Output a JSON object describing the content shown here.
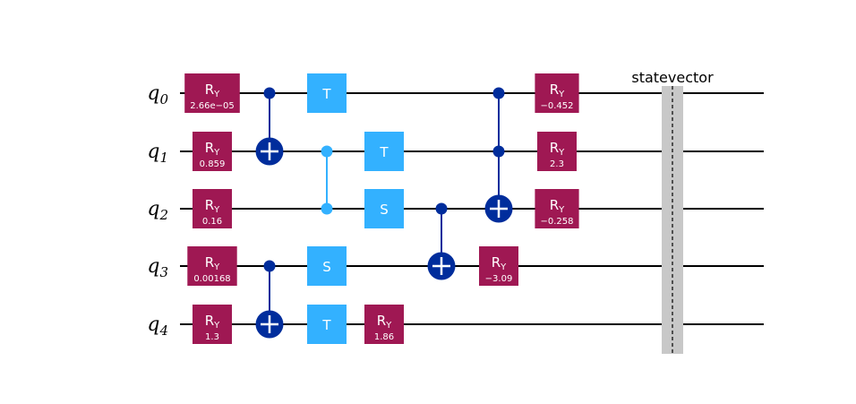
{
  "circuit": {
    "qubits": [
      {
        "name": "q",
        "index": "0"
      },
      {
        "name": "q",
        "index": "1"
      },
      {
        "name": "q",
        "index": "2"
      },
      {
        "name": "q",
        "index": "3"
      },
      {
        "name": "q",
        "index": "4"
      }
    ],
    "gates": [
      {
        "id": "ry-q0-1",
        "type": "RY",
        "label": "R",
        "sub": "Y",
        "param": "2.66e−05",
        "qubit": 0,
        "col": 0
      },
      {
        "id": "ry-q1-1",
        "type": "RY",
        "label": "R",
        "sub": "Y",
        "param": "0.859",
        "qubit": 1,
        "col": 0
      },
      {
        "id": "ry-q2-1",
        "type": "RY",
        "label": "R",
        "sub": "Y",
        "param": "0.16",
        "qubit": 2,
        "col": 0
      },
      {
        "id": "ry-q3-1",
        "type": "RY",
        "label": "R",
        "sub": "Y",
        "param": "0.00168",
        "qubit": 3,
        "col": 0
      },
      {
        "id": "ry-q4-1",
        "type": "RY",
        "label": "R",
        "sub": "Y",
        "param": "1.3",
        "qubit": 4,
        "col": 0
      },
      {
        "id": "t-q0",
        "type": "T",
        "label": "T",
        "qubit": 0,
        "col": 2
      },
      {
        "id": "s-q3",
        "type": "S",
        "label": "S",
        "qubit": 3,
        "col": 2
      },
      {
        "id": "t-q4",
        "type": "T",
        "label": "T",
        "qubit": 4,
        "col": 2
      },
      {
        "id": "t-q1",
        "type": "T",
        "label": "T",
        "qubit": 1,
        "col": 3
      },
      {
        "id": "s-q2",
        "type": "S",
        "label": "S",
        "qubit": 2,
        "col": 3
      },
      {
        "id": "ry-q4-2",
        "type": "RY",
        "label": "R",
        "sub": "Y",
        "param": "1.86",
        "qubit": 4,
        "col": 3
      },
      {
        "id": "ry-q3-2",
        "type": "RY",
        "label": "R",
        "sub": "Y",
        "param": "−3.09",
        "qubit": 3,
        "col": 5
      },
      {
        "id": "ry-q0-2",
        "type": "RY",
        "label": "R",
        "sub": "Y",
        "param": "−0.452",
        "qubit": 0,
        "col": 6
      },
      {
        "id": "ry-q1-2",
        "type": "RY",
        "label": "R",
        "sub": "Y",
        "param": "2.3",
        "qubit": 1,
        "col": 6
      },
      {
        "id": "ry-q2-2",
        "type": "RY",
        "label": "R",
        "sub": "Y",
        "param": "−0.258",
        "qubit": 2,
        "col": 6
      }
    ],
    "controlled": [
      {
        "id": "cx-q0-q1",
        "type": "CX",
        "controls": [
          0
        ],
        "target": 1,
        "col": 1
      },
      {
        "id": "cx-q3-q4",
        "type": "CX",
        "controls": [
          3
        ],
        "target": 4,
        "col": 1
      },
      {
        "id": "cz-q1-q2",
        "type": "CZ",
        "controls": [
          1,
          2
        ],
        "col": 2
      },
      {
        "id": "cx-q2-q3",
        "type": "CX",
        "controls": [
          2
        ],
        "target": 3,
        "col": 4
      },
      {
        "id": "ccx-q0-q1-q2",
        "type": "CCX",
        "controls": [
          0,
          1
        ],
        "target": 2,
        "col": 5
      }
    ],
    "barrier": {
      "label": "statevector",
      "qubits": [
        0,
        1,
        2,
        3,
        4
      ]
    },
    "colors": {
      "ry": "#9f1853",
      "clifford": "#33b1ff",
      "cx": "#002d9c",
      "barrier": "#c8c8c8",
      "wire": "#000000"
    }
  }
}
